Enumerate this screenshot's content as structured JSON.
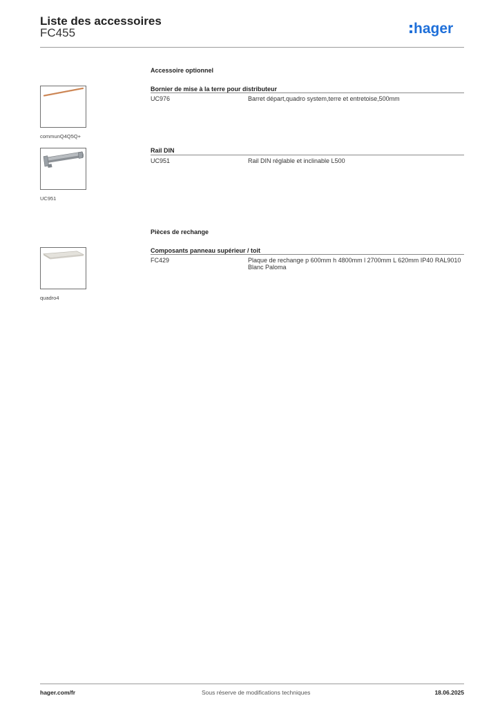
{
  "header": {
    "title": "Liste des accessoires",
    "product": "FC455",
    "brand": "hager",
    "brand_color": "#1e6fd9"
  },
  "sections": [
    {
      "title": "Accessoire optionnel",
      "groups": [
        {
          "title": "Bornier de mise à la terre pour distributeur",
          "image_caption": "communQ4Q5Q+",
          "image_icon": "copper-bar-icon",
          "rows": [
            {
              "ref": "UC976",
              "description": "Barret départ,quadro system,terre et entretoise,500mm"
            }
          ]
        },
        {
          "title": "Rail DIN",
          "image_caption": "UC951",
          "image_icon": "din-rail-icon",
          "rows": [
            {
              "ref": "UC951",
              "description": "Rail DIN réglable et inclinable L500"
            }
          ]
        }
      ]
    },
    {
      "title": "Pièces de rechange",
      "groups": [
        {
          "title": "Composants panneau supérieur / toit",
          "image_caption": "quadro4",
          "image_icon": "roof-panel-icon",
          "rows": [
            {
              "ref": "FC429",
              "description": "Plaque de rechange p 600mm h 4800mm l 2700mm L 620mm IP40 RAL9010 Blanc Paloma"
            }
          ]
        }
      ]
    }
  ],
  "footer": {
    "website": "hager.com/fr",
    "disclaimer": "Sous réserve de modifications techniques",
    "date": "18.06.2025"
  }
}
